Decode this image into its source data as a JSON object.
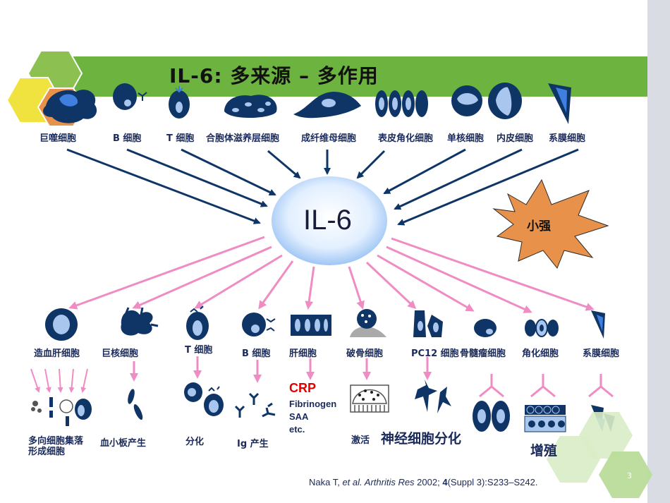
{
  "title": "IL-6:  多来源  –  多作用",
  "center": "IL-6",
  "star_label": "小强",
  "sources": [
    "巨噬细胞",
    "B  细胞",
    "T 细胞",
    "合胞体滋养层细胞",
    "成纤维母细胞",
    "表皮角化细胞",
    "单核细胞",
    "内皮细胞",
    "系膜细胞"
  ],
  "targets": [
    "造血肝细胞",
    "巨核细胞",
    "T  细胞",
    "B  细胞",
    "肝细胞",
    "破骨细胞",
    "PC12  细胞",
    "骨髓瘤细胞",
    "角化细胞",
    "系膜细胞"
  ],
  "effects": {
    "multi_colony_line1": "多向细胞集落",
    "multi_colony_line2": "形成细胞",
    "platelet": "血小板产生",
    "differentiation": "分化",
    "ig": "Ig  产生",
    "activation": "激活",
    "neuro": "神经细胞分化",
    "proliferation": "增殖"
  },
  "liver_products": {
    "crp": "CRP",
    "fibrinogen": "Fibrinogen",
    "saa": "SAA",
    "etc": "etc."
  },
  "reference": {
    "authors": "Naka T, ",
    "etal": "et al.",
    "journal": " Arthritis Res",
    "year": " 2002; ",
    "volume": "4",
    "pages": "(Suppl 3):S233–S242."
  },
  "page_number": "3",
  "colors": {
    "banner": "#6cb33f",
    "sidebar": "#d9dde3",
    "cell": "#0f3566",
    "cell_light": "#a9c6ef",
    "arrow_in": "#0f3566",
    "arrow_out": "#f08cc4",
    "star": "#e8914a"
  }
}
